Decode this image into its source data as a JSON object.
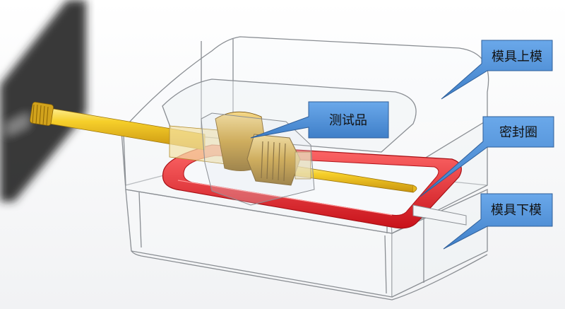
{
  "labels": {
    "upper_mold": "模具上模",
    "test_sample": "测试品",
    "seal_ring": "密封圈",
    "lower_mold": "模具下模"
  },
  "colors": {
    "callout_fill": "#4a8fd6",
    "callout_stroke": "#2f5f9a",
    "callout_text": "#111111",
    "seal_red": "#e01c22",
    "rod_yellow": "#f2c21a",
    "brass": "#c99a2e",
    "mold_edge": "#8a8e93",
    "mold_fill": "#f4f6f8",
    "shadow": "#2a2a2a"
  }
}
